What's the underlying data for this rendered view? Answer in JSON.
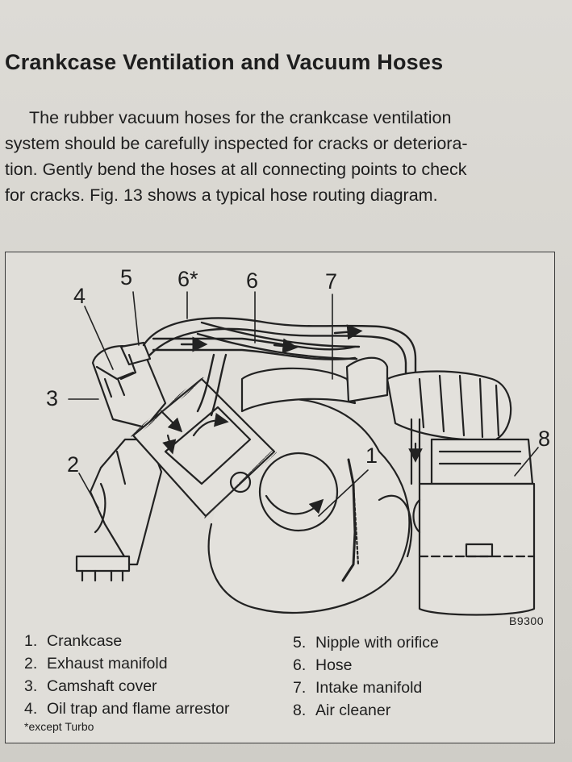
{
  "title": "Crankcase Ventilation and Vacuum Hoses",
  "paragraph_lines": [
    "The rubber vacuum hoses for the crankcase ventilation",
    "system should be carefully inspected for cracks or deteriora-",
    "tion. Gently bend the hoses at all connecting points to check",
    "for cracks. Fig. 13 shows a typical hose routing diagram."
  ],
  "figure": {
    "callouts": {
      "c1": "1",
      "c2": "2",
      "c3": "3",
      "c4": "4",
      "c5": "5",
      "c6star": "6*",
      "c6": "6",
      "c7": "7",
      "c8": "8"
    },
    "figure_code": "B9300",
    "legend_left": [
      {
        "num": "1.",
        "label": "Crankcase"
      },
      {
        "num": "2.",
        "label": "Exhaust manifold"
      },
      {
        "num": "3.",
        "label": "Camshaft cover"
      },
      {
        "num": "4.",
        "label": "Oil trap and flame arrestor"
      }
    ],
    "legend_right": [
      {
        "num": "5.",
        "label": "Nipple with orifice"
      },
      {
        "num": "6.",
        "label": "Hose"
      },
      {
        "num": "7.",
        "label": "Intake manifold"
      },
      {
        "num": "8.",
        "label": "Air cleaner"
      }
    ],
    "footnote": "*except Turbo"
  }
}
